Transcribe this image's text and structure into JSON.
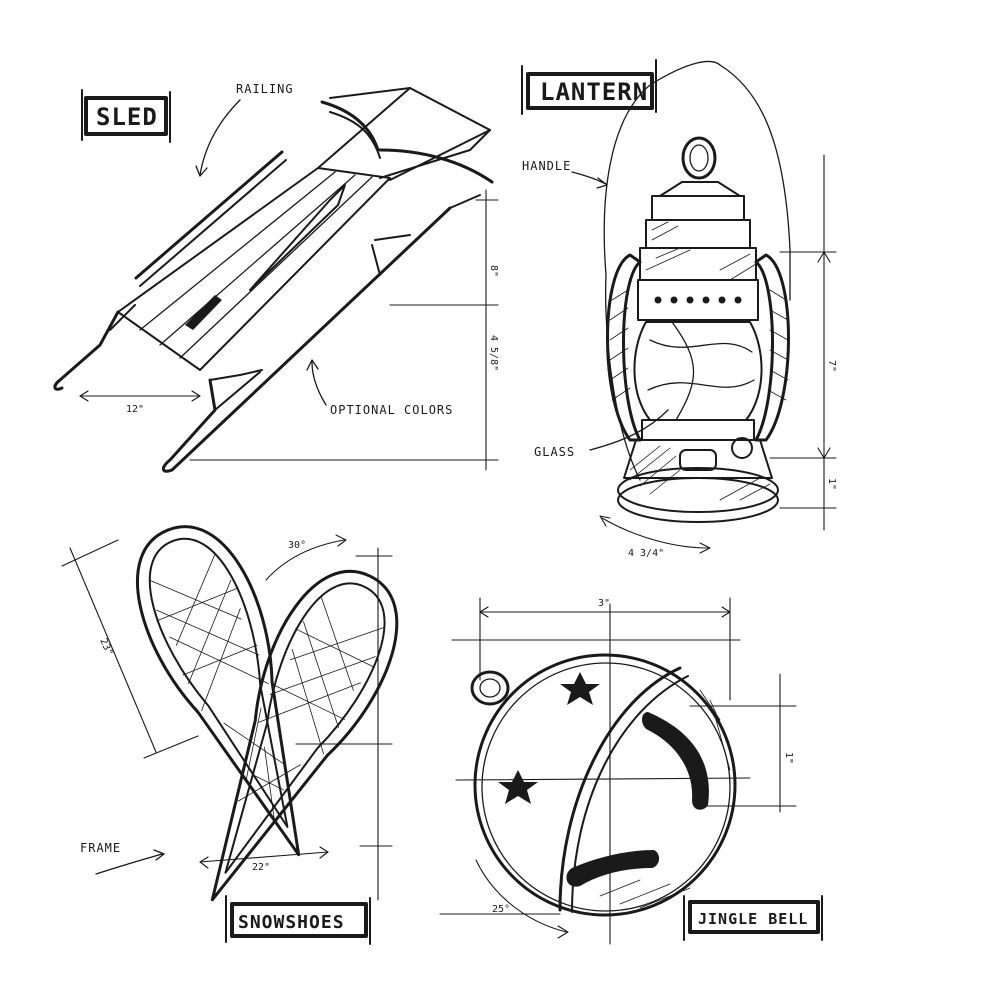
{
  "sled": {
    "title": "SLED",
    "label_railing": "RAILING",
    "label_optional_colors": "OPTIONAL COLORS",
    "dim_width": "12\"",
    "dim_height_upper": "8\"",
    "dim_height_lower": "4 5/8\""
  },
  "lantern": {
    "title": "LANTERN",
    "label_handle": "HANDLE",
    "label_glass": "GLASS",
    "dim_width": "4 3/4\"",
    "dim_height": "7\"",
    "dim_base": "1\""
  },
  "snowshoes": {
    "title": "SNOWSHOES",
    "label_frame": "FRAME",
    "dim_length": "23\"",
    "dim_angle": "30°",
    "dim_width": "22\""
  },
  "jingle_bell": {
    "title": "JINGLE BELL",
    "dim_width": "3\"",
    "dim_slot": "1\"",
    "dim_angle": "25°"
  }
}
